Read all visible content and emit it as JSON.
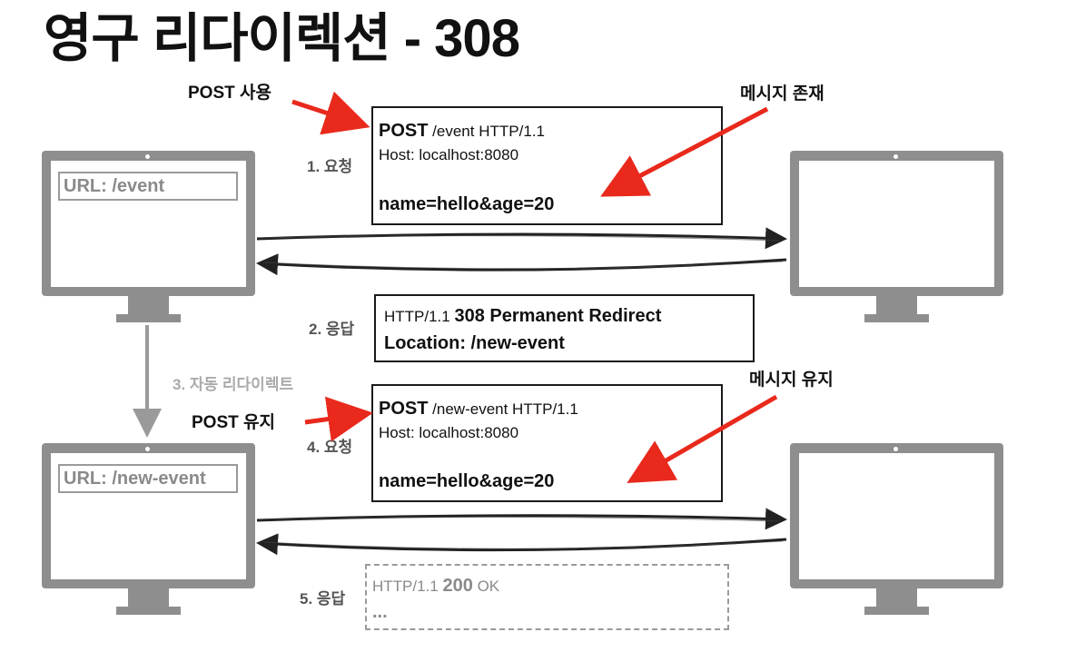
{
  "title": "영구 리다이렉션 - 308",
  "annotations": {
    "post_use": "POST 사용",
    "message_exists": "메시지 존재",
    "post_keep": "POST 유지",
    "message_keep": "메시지 유지"
  },
  "steps": {
    "s1": "1. 요청",
    "s2": "2. 응답",
    "s3": "3. 자동 리다이렉트",
    "s4": "4. 요청",
    "s5": "5. 응답"
  },
  "clients": {
    "top_url": "URL: /event",
    "bottom_url": "URL: /new-event"
  },
  "request1": {
    "method": "POST",
    "path": " /event HTTP/1.1",
    "host": "Host: localhost:8080",
    "body": "name=hello&age=20"
  },
  "response1": {
    "version": "HTTP/1.1 ",
    "status": "308 Permanent Redirect",
    "location": "Location: /new-event"
  },
  "request2": {
    "method": "POST",
    "path": " /new-event HTTP/1.1",
    "host": "Host: localhost:8080",
    "body": "name=hello&age=20"
  },
  "response2": {
    "version": "HTTP/1.1 ",
    "code": "200",
    "reason": " OK",
    "ellipsis": "..."
  },
  "colors": {
    "arrow_red": "#e8291c",
    "monitor_grey": "#8e8e8e",
    "dashed_grey": "#9a9a9a"
  }
}
